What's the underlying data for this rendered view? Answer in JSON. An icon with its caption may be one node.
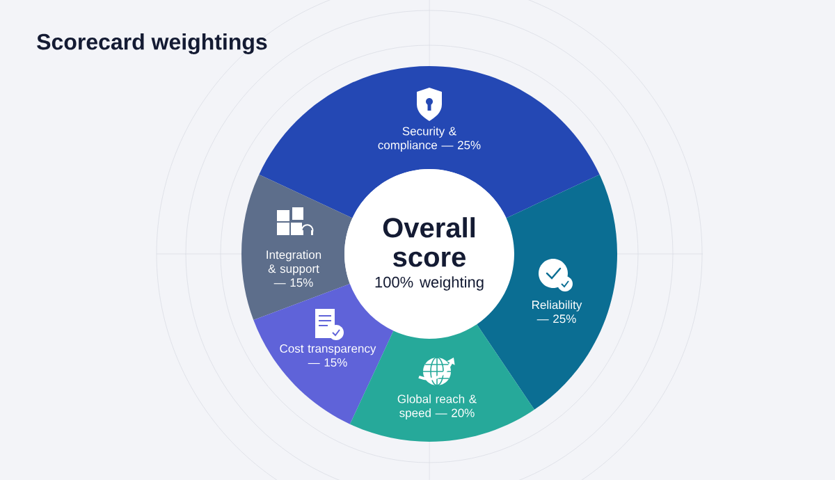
{
  "diagram": {
    "title": "Scorecard weightings",
    "nodes": [
      {
        "text": [
          "Security & compliance — 25%"
        ]
      },
      {
        "text": [
          "Integration & support — 15%"
        ]
      },
      {
        "text": [
          "Overall score",
          "100% weighting"
        ]
      },
      {
        "text": [
          "Reliability — 25%"
        ]
      },
      {
        "text": [
          "Cost transparency — 15%"
        ]
      },
      {
        "text": [
          "Global reach & speed — 20%"
        ]
      }
    ],
    "edges": []
  }
}
